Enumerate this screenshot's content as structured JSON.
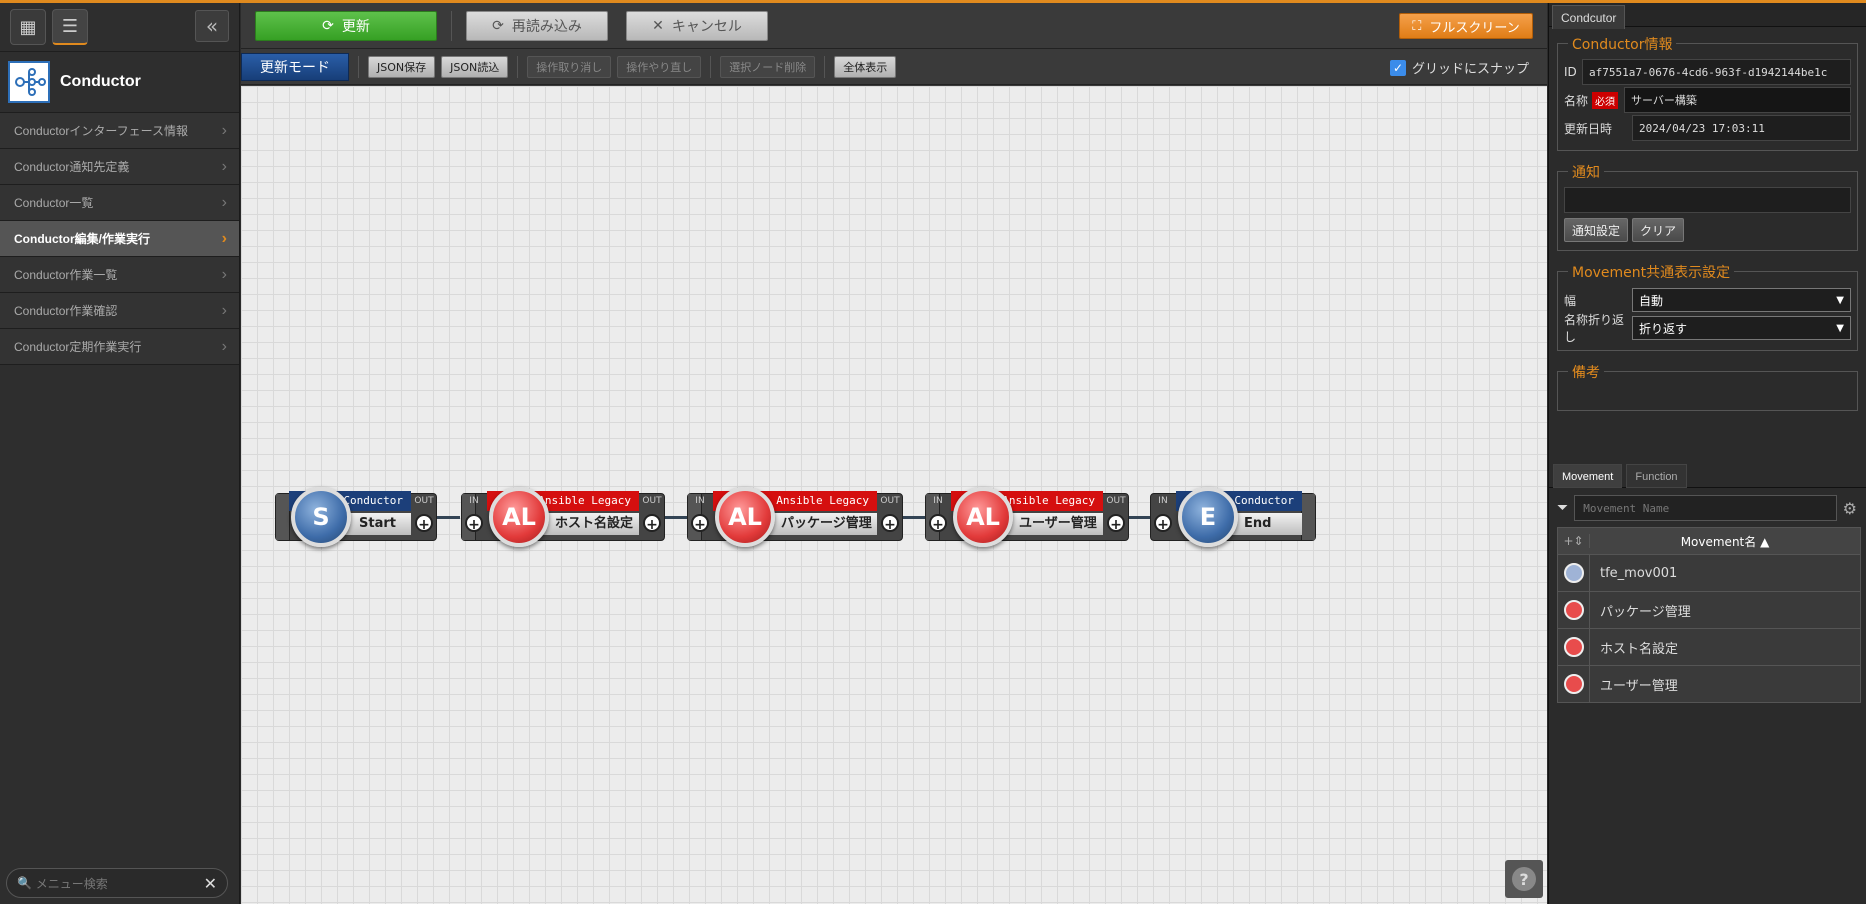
{
  "sidebar": {
    "title": "Conductor",
    "menu_items": [
      {
        "label": "Conductorインターフェース情報",
        "active": false
      },
      {
        "label": "Conductor通知先定義",
        "active": false
      },
      {
        "label": "Conductor一覧",
        "active": false
      },
      {
        "label": "Conductor編集/作業実行",
        "active": true
      },
      {
        "label": "Conductor作業一覧",
        "active": false
      },
      {
        "label": "Conductor作業確認",
        "active": false
      },
      {
        "label": "Conductor定期作業実行",
        "active": false
      }
    ],
    "search_placeholder": "メニュー検索"
  },
  "toolbar": {
    "update": "更新",
    "reload": "再読み込み",
    "cancel": "キャンセル",
    "fullscreen": "フルスクリーン",
    "mode": "更新モード",
    "json_save": "JSON保存",
    "json_load": "JSON読込",
    "undo": "操作取り消し",
    "redo": "操作やり直し",
    "delete_node": "選択ノード削除",
    "show_all": "全体表示",
    "snap_label": "グリッドにスナップ",
    "snap_checked": true
  },
  "nodes": [
    {
      "type_label": "Conductor",
      "name": "Start",
      "icon": "S",
      "color": "#1c3f7a",
      "in": "",
      "out": "OUT"
    },
    {
      "type_label": "Ansible Legacy",
      "name": "ホスト名設定",
      "icon": "AL",
      "color": "#d50f0f",
      "in": "IN",
      "out": "OUT"
    },
    {
      "type_label": "Ansible Legacy",
      "name": "パッケージ管理",
      "icon": "AL",
      "color": "#d50f0f",
      "in": "IN",
      "out": "OUT"
    },
    {
      "type_label": "Ansible Legacy",
      "name": "ユーザー管理",
      "icon": "AL",
      "color": "#d50f0f",
      "in": "IN",
      "out": "OUT"
    },
    {
      "type_label": "Conductor",
      "name": "End",
      "icon": "E",
      "color": "#1c3f7a",
      "in": "IN",
      "out": ""
    }
  ],
  "rpanel": {
    "tab": "Condcutor",
    "info_legend": "Conductor情報",
    "id_label": "ID",
    "id_value": "af7551a7-0676-4cd6-963f-d1942144be1c",
    "name_label": "名称",
    "required": "必須",
    "name_value": "サーバー構築",
    "updated_label": "更新日時",
    "updated_value": "2024/04/23 17:03:11",
    "notify_legend": "通知",
    "notify_setting": "通知設定",
    "clear": "クリア",
    "movement_legend": "Movement共通表示設定",
    "width_label": "幅",
    "width_value": "自動",
    "wrap_label": "名称折り返し",
    "wrap_value": "折り返す",
    "remarks_legend": "備考"
  },
  "movement_panel": {
    "tabs": [
      "Movement",
      "Function"
    ],
    "filter_placeholder": "Movement Name",
    "column": "Movement名",
    "rows": [
      {
        "name": "tfe_mov001",
        "color": "blue"
      },
      {
        "name": "パッケージ管理",
        "color": "red"
      },
      {
        "name": "ホスト名設定",
        "color": "red"
      },
      {
        "name": "ユーザー管理",
        "color": "red"
      }
    ]
  }
}
